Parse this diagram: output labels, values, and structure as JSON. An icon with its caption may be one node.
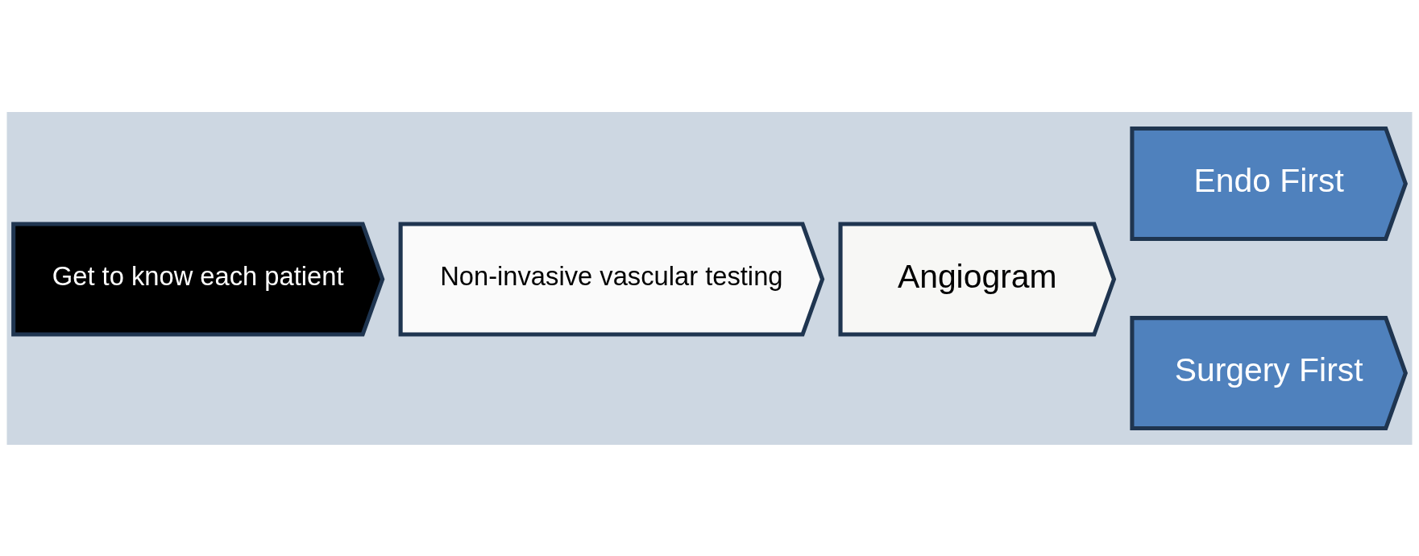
{
  "diagram": {
    "nodes": [
      {
        "text": [
          "Get to know each patient"
        ]
      },
      {
        "text": [
          "Non-invasive vascular testing"
        ]
      },
      {
        "text": [
          "Angiogram"
        ]
      },
      {
        "text": [
          "Endo First"
        ]
      },
      {
        "text": [
          "Surgery First"
        ]
      }
    ]
  }
}
